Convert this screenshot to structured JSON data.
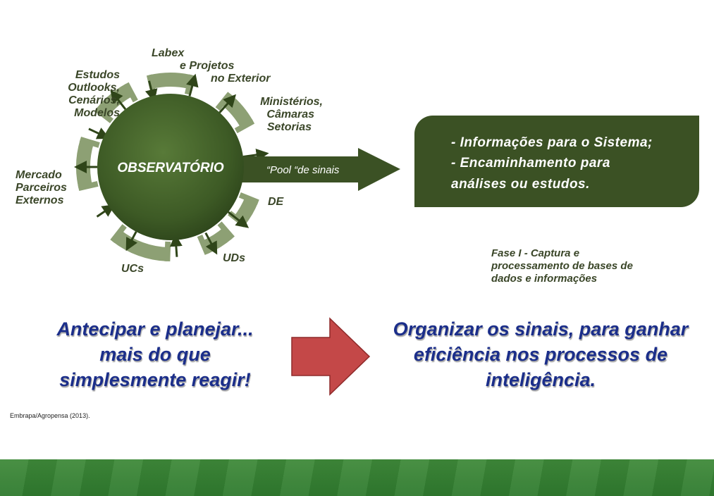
{
  "diagram": {
    "center_label": "OBSERVATÓRIO",
    "pool_label": "“Pool “de sinais",
    "nodes": {
      "estudos": [
        "Estudos",
        "Outlooks,",
        "Cenários,",
        "Modelos"
      ],
      "labex": [
        "Labex",
        "e Projetos",
        "no Exterior"
      ],
      "ministerios": [
        "Ministérios,",
        "Câmaras",
        "Setorias"
      ],
      "mercado": [
        "Mercado",
        "Parceiros",
        "Externos"
      ],
      "de": "DE",
      "uds": "UDs",
      "ucs": "UCs"
    },
    "info_box": {
      "lines": [
        "- Informações para o Sistema;",
        "- Encaminhamento para",
        "análises ou estudos."
      ]
    },
    "phase": [
      "Fase I - Captura e",
      "processamento de bases de",
      "dados e informações"
    ]
  },
  "messages": {
    "left": [
      "Antecipar e planejar...",
      "mais do que",
      "simplesmente reagir!"
    ],
    "right": [
      "Organizar os sinais, para ganhar",
      "eficiência nos processos de",
      "inteligência."
    ]
  },
  "source": "Embrapa/Agropensa (2013).",
  "colors": {
    "circle": "#3d5a25",
    "ring": "#8da074",
    "arrow": "#3b5124",
    "red_arrow": "#c44848",
    "text_blue": "#1b2e8a",
    "footer": "#3a8636"
  }
}
